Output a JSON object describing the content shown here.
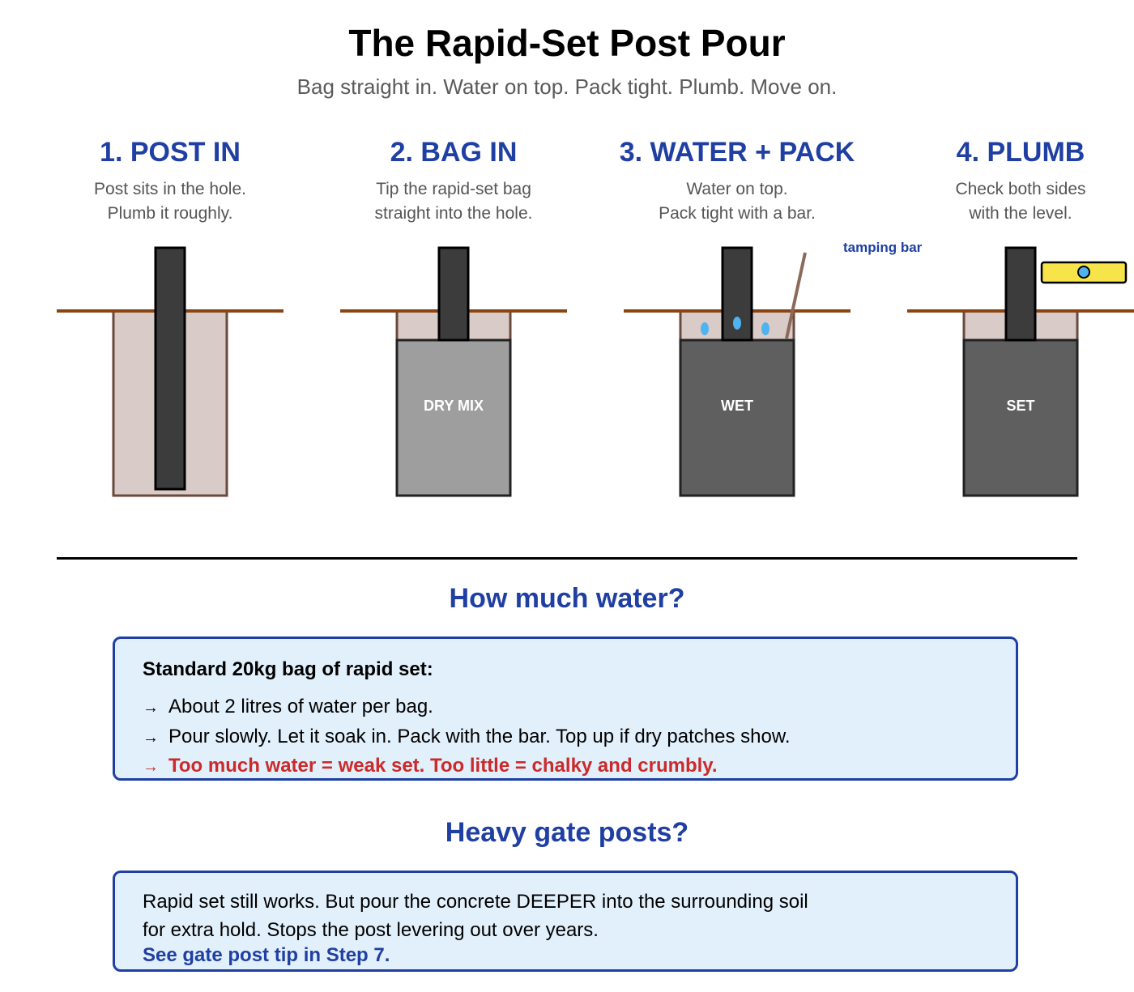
{
  "header": {
    "title": "The Rapid-Set Post Pour",
    "subtitle": "Bag straight in. Water on top. Pack tight. Plumb. Move on."
  },
  "steps": [
    {
      "title": "1. POST IN",
      "desc_line1": "Post sits in the hole.",
      "desc_line2": "Plumb it roughly."
    },
    {
      "title": "2. BAG IN",
      "desc_line1": "Tip the rapid-set bag",
      "desc_line2": "straight into the hole.",
      "fill_label": "DRY MIX"
    },
    {
      "title": "3. WATER + PACK",
      "desc_line1": "Water on top.",
      "desc_line2": "Pack tight with a bar.",
      "fill_label": "WET",
      "annotation": "tamping bar"
    },
    {
      "title": "4. PLUMB",
      "desc_line1": "Check both sides",
      "desc_line2": "with the level.",
      "fill_label": "SET"
    }
  ],
  "water_section": {
    "heading": "How much water?",
    "box_title": "Standard 20kg bag of rapid set:",
    "arrow": "→",
    "bullets": [
      "About 2 litres of water per bag.",
      "Pour slowly. Let it soak in. Pack with the bar. Top up if dry patches show."
    ],
    "warning": "Too much water = weak set. Too little = chalky and crumbly."
  },
  "gate_section": {
    "heading": "Heavy gate posts?",
    "line1": "Rapid set still works. But pour the concrete DEEPER into the surrounding soil",
    "line2": "for extra hold. Stops the post levering out over years.",
    "link": "See gate post tip in Step 7."
  },
  "colors": {
    "accent_blue": "#1f3fa3",
    "warning_red": "#cc2a2a",
    "ground_brown": "#8b4513",
    "hole_fill": "#d9cbc8",
    "post": "#3c3c3c",
    "dry_mix": "#9e9e9e",
    "wet_mix": "#5f5f5f",
    "water_drop": "#4fb3f0",
    "level_yellow": "#f7e34a",
    "box_bg": "#e2f0fb"
  }
}
